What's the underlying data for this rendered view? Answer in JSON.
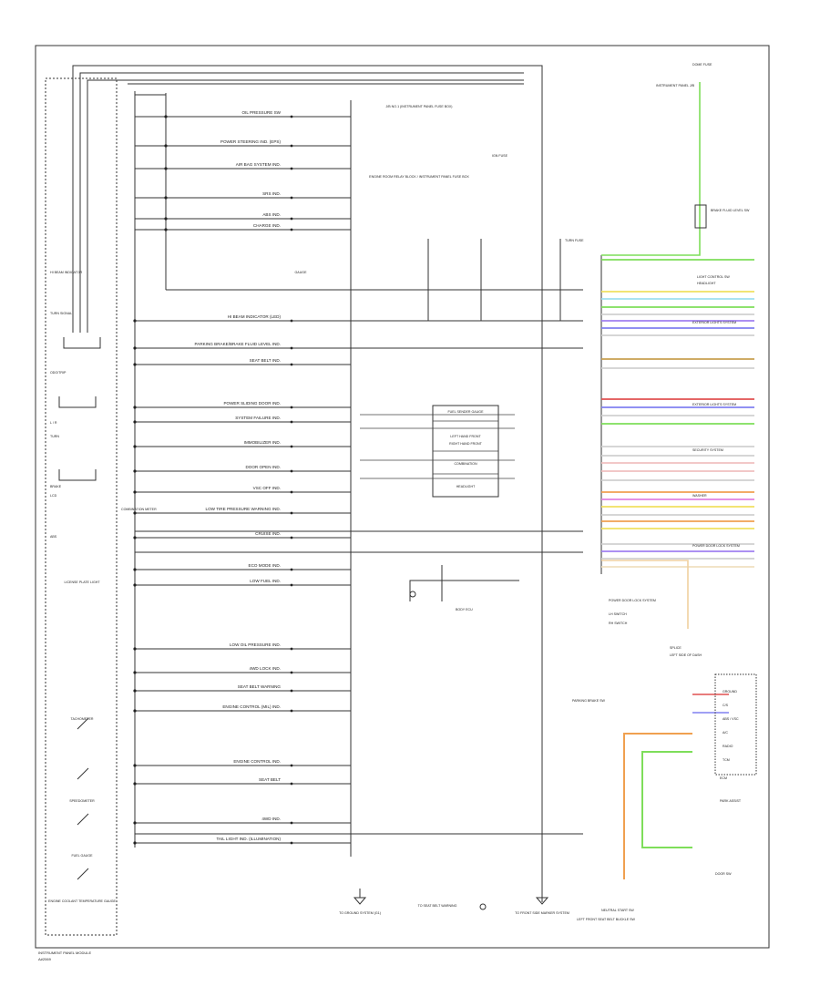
{
  "diagram": {
    "footer_left": "INSTRUMENT PANEL MODULE",
    "footer_code": "A#2069",
    "main_module_label": "COMBINATION METER",
    "left_indicators": [
      {
        "key": "lic",
        "label": "LICENSE PLATE LIGHT"
      },
      {
        "key": "tach",
        "label": "TACHOMETER"
      },
      {
        "key": "speedo",
        "label": "SPEEDOMETER"
      },
      {
        "key": "fuel",
        "label": "FUEL GAUGE"
      },
      {
        "key": "temp",
        "label": "ENGINE COOLANT TEMPERATURE GAUGE"
      }
    ],
    "left_small_labels": [
      "HI BEAM INDICATOR",
      "TURN SIGNAL",
      "ODO/TRIP",
      "L / R",
      "TURN",
      "BRAKE",
      "LCD",
      "ABS"
    ],
    "signal_labels": [
      "OIL PRESSURE SW",
      "POWER STEERING IND. (EPS)",
      "AIR BAG SYSTEM IND.",
      "SRS IND.",
      "ABS IND.",
      "CHARGE IND.",
      "HI BEAM INDICATOR (LED)",
      "PARKING BRAKE/BRAKE FLUID LEVEL IND.",
      "SEAT BELT IND.",
      "POWER SLIDING DOOR IND.",
      "SYSTEM FAILURE IND.",
      "IMMOBILIZER IND.",
      "DOOR OPEN IND.",
      "VSC OFF IND.",
      "LOW TIRE PRESSURE WARNING IND.",
      "CRUISE IND.",
      "ECO MODE IND.",
      "LOW FUEL IND.",
      "LOW OIL PRESSURE IND.",
      "4WD LOCK IND.",
      "SEAT BELT WARNING",
      "ENGINE CONTROL (MIL) IND.",
      "ENGINE CONTROL IND.",
      "SEAT BELT",
      "4WD IND.",
      "TAIL LIGHT IND. (ILLUMINATION)"
    ],
    "top_labels": {
      "relay_box": "J/B NO.1 (INSTRUMENT PANEL FUSE BOX)",
      "ecm_block": "ENGINE ROOM RELAY BLOCK / INSTRUMENT PANEL FUSE BOX",
      "ign_fuse": "IGN FUSE",
      "turn_fuse": "TURN FUSE",
      "gauge_label": "GAUGE",
      "ecu_label": "BODY ECU"
    },
    "center_block": {
      "title": "FUEL SENDER GAUGE",
      "rows": [
        "LEFT HAND FRONT",
        "RIGHT HAND FRONT",
        "COMBINATION",
        "HEADLIGHT"
      ]
    },
    "right_labels": {
      "top_fuse": "DOME FUSE",
      "top_block": "INSTRUMENT PANEL J/B",
      "resistor": "BRAKE FLUID LEVEL SW",
      "light": "LIGHT CONTROL SW",
      "headlight": "HEADLIGHT",
      "ext_lights": "EXTERIOR LIGHTS SYSTEM",
      "ext_lights2": "EXTERIOR LIGHTS SYSTEM",
      "security": "SECURITY SYSTEM",
      "washer": "WASHER",
      "door_lock": "POWER DOOR LOCK SYSTEM",
      "splice": "SPLICE",
      "note": "LEFT SIDE OF DASH",
      "power_door": "POWER DOOR LOCK SYSTEM",
      "lh_switch": "LH SWITCH",
      "rh_switch": "RH SWITCH",
      "parking": "PARKING BRAKE SW",
      "ground": "GROUND",
      "cs": "C/S",
      "abs_conn": "ABS / VSC",
      "ac_conn": "A/C",
      "radio_conn": "RADIO",
      "tcm": "TCM",
      "ecm2": "ECM",
      "mirror": "PARK ASSIST",
      "door_sw": "DOOR SW",
      "neutral_sw": "NEUTRAL START SW"
    },
    "bottom_labels": {
      "b1": "TO GROUND SYSTEM (G1)",
      "b2": "TO SEAT BELT WARNING",
      "b3": "TO FRONT SIDE MARKER SYSTEM",
      "b4": "LEFT FRONT SEAT BELT BUCKLE SW"
    }
  }
}
